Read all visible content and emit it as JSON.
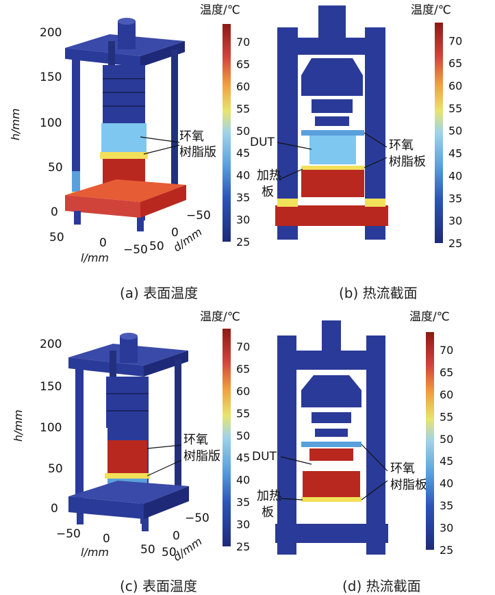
{
  "colorbar": {
    "title": "温度/℃",
    "ticks": [
      "70",
      "65",
      "60",
      "55",
      "50",
      "45",
      "40",
      "35",
      "30",
      "25"
    ],
    "range": [
      25,
      74
    ],
    "colors": [
      "#ffffff"
    ]
  },
  "palette": {
    "cold": "#2a3a98",
    "cold_dark": "#1e2a78",
    "hot": "#b8281f",
    "hot_dark": "#8c1a14",
    "warm": "#e65c35",
    "cyan": "#7ec7f0",
    "yellow": "#f2e05a",
    "mid": "#5aa0dc"
  },
  "axes3d": {
    "h_label": "h/mm",
    "l_label": "l/mm",
    "d_label": "d/mm",
    "h_ticks": [
      "200",
      "150",
      "100",
      "50",
      "0"
    ],
    "l_ticks_a": [
      "50",
      "0",
      "−50"
    ],
    "d_ticks_a": [
      "−50",
      "0",
      "50"
    ],
    "l_ticks_c": [
      "−50",
      "0",
      "50"
    ],
    "d_ticks_c": [
      "−50",
      "0",
      "50"
    ]
  },
  "labels": {
    "epoxy": [
      "环氧",
      "树脂版"
    ],
    "epoxy_b": [
      "环氧",
      "树脂板"
    ],
    "dut": "DUT",
    "heater": [
      "加热",
      "板"
    ]
  },
  "captions": {
    "a": "(a) 表面温度",
    "b": "(b) 热流截面",
    "c": "(c) 表面温度",
    "d": "(d) 热流截面"
  }
}
